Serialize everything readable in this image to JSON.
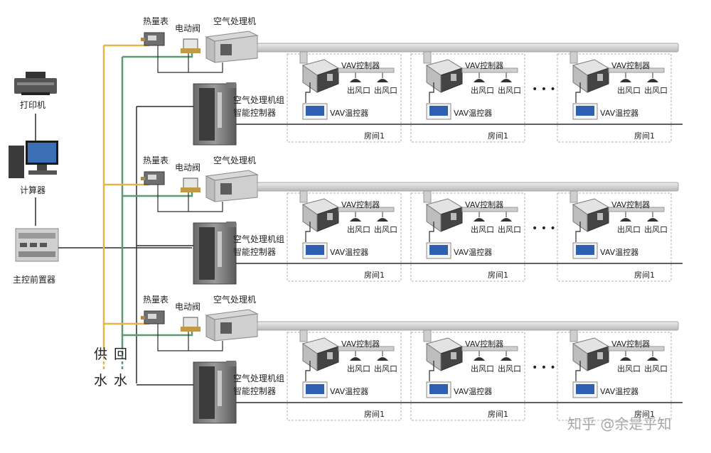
{
  "left_devices": {
    "printer": "打印机",
    "computer": "计算器",
    "master_controller": "主控前置器"
  },
  "pipes": {
    "supply_char1": "供",
    "supply_char2": "水",
    "return_char1": "回",
    "return_char2": "水"
  },
  "ahu_block": {
    "heat_meter": "热量表",
    "electric_valve": "电动阀",
    "ahu": "空气处理机",
    "ahu_controller_line1": "空气处理机组",
    "ahu_controller_line2": "智能控制器"
  },
  "room_block": {
    "vav_controller": "VAV控制器",
    "outlet": "出风口",
    "vav_thermostat": "VAV温控器",
    "room": "房间1",
    "ellipsis": "• • •"
  },
  "watermark": "知乎 @余是乎知",
  "colors": {
    "supply_pipe": "#e2b44a",
    "return_pipe": "#5b9b74",
    "duct": "#d7d7d7",
    "line": "#2b2b2b",
    "room_border": "#b0b0b0"
  }
}
